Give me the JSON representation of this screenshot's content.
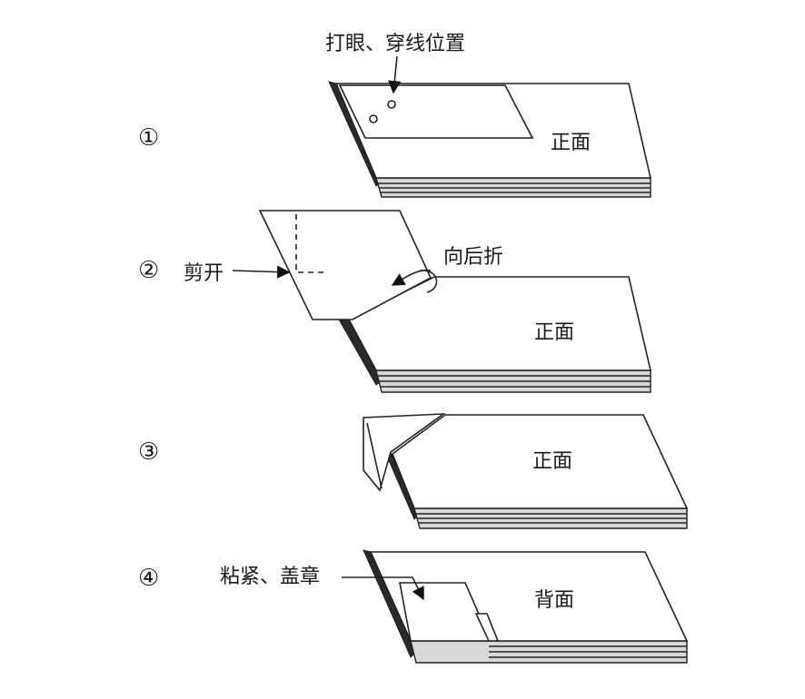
{
  "steps": [
    {
      "number": "①",
      "annotation": "打眼、穿线位置",
      "face_label": "正面"
    },
    {
      "number": "②",
      "annotation_left": "剪开",
      "annotation_right": "向后折",
      "face_label": "正面"
    },
    {
      "number": "③",
      "face_label": "正面"
    },
    {
      "number": "④",
      "annotation": "粘紧、盖章",
      "face_label": "背面"
    }
  ]
}
